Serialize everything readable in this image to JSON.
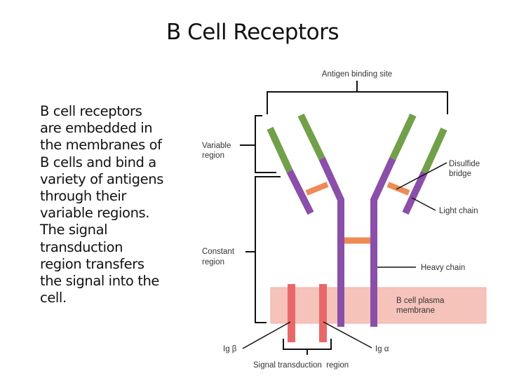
{
  "slide": {
    "title": "B Cell Receptors",
    "body_lines": [
      "B cell receptors",
      "are embedded in",
      "the membranes of",
      "B cells and bind a",
      "variety of antigens",
      "through their",
      "variable regions.",
      "The signal",
      "transduction",
      "region transfers",
      "the signal into the",
      "cell."
    ]
  },
  "diagram": {
    "labels": {
      "antigen_binding_site": "Antigen binding site",
      "variable_region_1": "Variable",
      "variable_region_2": "region",
      "constant_region_1": "Constant",
      "constant_region_2": "region",
      "disulfide_bridge_1": "Disulfide",
      "disulfide_bridge_2": "bridge",
      "light_chain": "Light chain",
      "heavy_chain": "Heavy chain",
      "membrane_1": "B cell plasma",
      "membrane_2": "membrane",
      "ig_beta": "Ig β",
      "ig_alpha": "Ig α",
      "signal_transduction_region": "Signal transduction  region"
    },
    "colors": {
      "variable": "#72a04a",
      "constant": "#8a4fa8",
      "disulfide": "#ee8a55",
      "membrane": "#f6c3bb",
      "membrane_border": "#f0b0a6",
      "ig_bars": "#e8686a",
      "lines": "#111111"
    }
  }
}
